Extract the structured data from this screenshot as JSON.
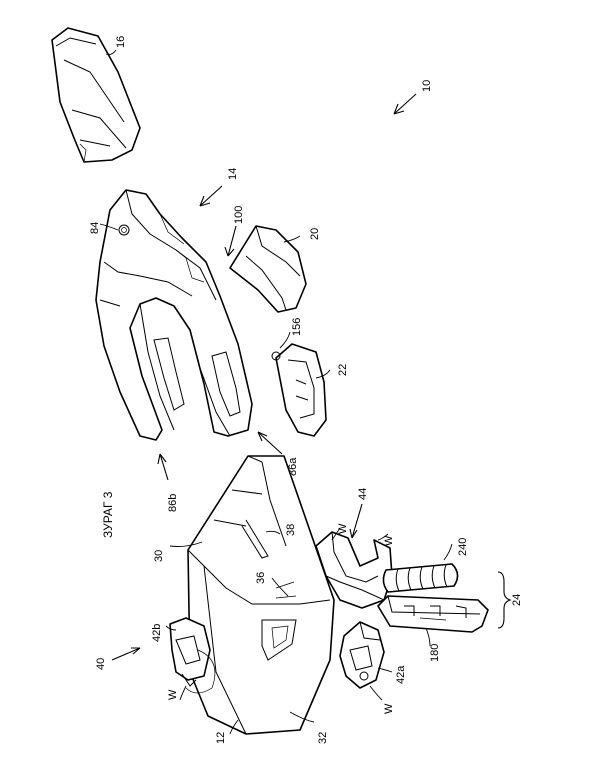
{
  "figure": {
    "caption": "ЗУРАГ 3",
    "labels": {
      "l10": "10",
      "l16": "16",
      "l14": "14",
      "l84": "84",
      "l100": "100",
      "l20": "20",
      "l156": "156",
      "l22": "22",
      "l86a": "86a",
      "l86b": "86b",
      "l38": "38",
      "l30": "30",
      "l36": "36",
      "l44": "44",
      "lW1": "W",
      "lW2": "W",
      "l240": "240",
      "l24": "24",
      "l180": "180",
      "l42b": "42b",
      "l40": "40",
      "lW3": "W",
      "l42a": "42a",
      "lW4": "W",
      "l12": "12",
      "l32": "32"
    }
  }
}
